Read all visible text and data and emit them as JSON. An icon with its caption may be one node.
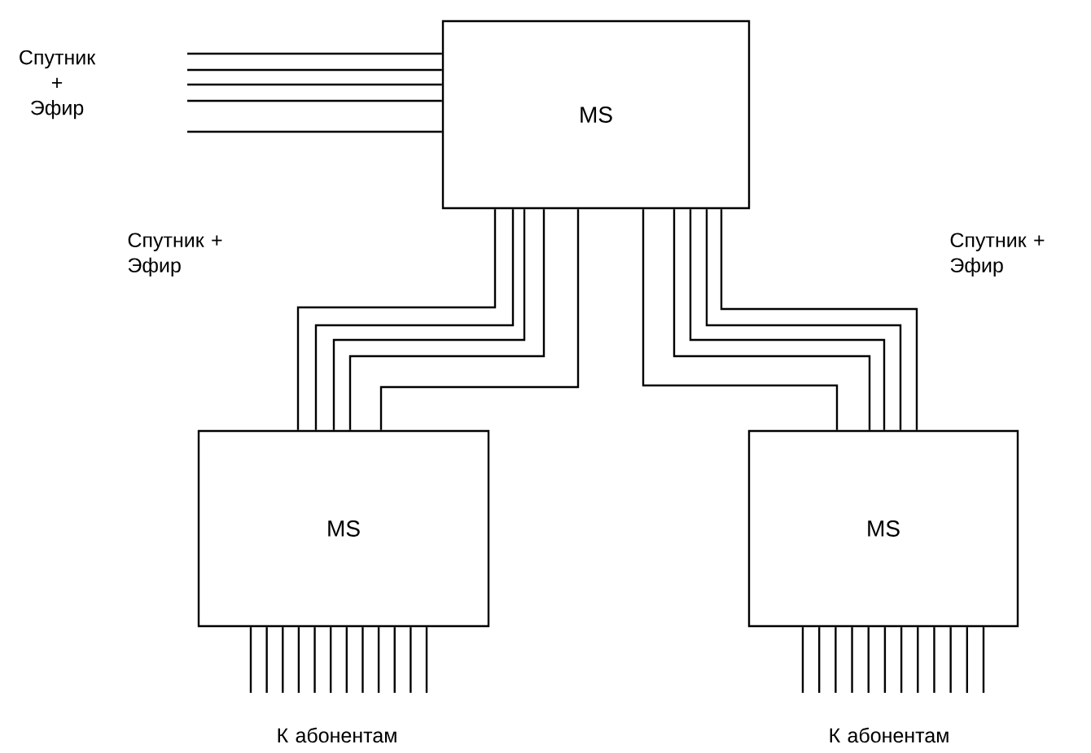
{
  "diagram": {
    "nodes": [
      {
        "text": [
          "MS"
        ]
      },
      {
        "text": [
          "MS"
        ]
      },
      {
        "text": [
          "MS"
        ]
      }
    ],
    "edges": [
      {
        "from": null,
        "to": 0,
        "arrow": "none"
      },
      {
        "from": null,
        "to": 0,
        "arrow": "none"
      },
      {
        "from": null,
        "to": 0,
        "arrow": "none"
      },
      {
        "from": null,
        "to": 0,
        "arrow": "none"
      },
      {
        "from": null,
        "to": 0,
        "arrow": "none"
      },
      {
        "from": 0,
        "to": 1,
        "arrow": "none"
      },
      {
        "from": 0,
        "to": 1,
        "arrow": "none"
      },
      {
        "from": 0,
        "to": 1,
        "arrow": "none"
      },
      {
        "from": 0,
        "to": 1,
        "arrow": "none"
      },
      {
        "from": 0,
        "to": 1,
        "arrow": "none"
      },
      {
        "from": 0,
        "to": 2,
        "arrow": "none"
      },
      {
        "from": 0,
        "to": 2,
        "arrow": "none"
      },
      {
        "from": 0,
        "to": 2,
        "arrow": "none"
      },
      {
        "from": 0,
        "to": 2,
        "arrow": "none"
      },
      {
        "from": 0,
        "to": 2,
        "arrow": "none"
      },
      {
        "from": 1,
        "to": null,
        "arrow": "none"
      },
      {
        "from": 1,
        "to": null,
        "arrow": "none"
      },
      {
        "from": 1,
        "to": null,
        "arrow": "none"
      },
      {
        "from": 1,
        "to": null,
        "arrow": "none"
      },
      {
        "from": 1,
        "to": null,
        "arrow": "none"
      },
      {
        "from": 1,
        "to": null,
        "arrow": "none"
      },
      {
        "from": 1,
        "to": null,
        "arrow": "none"
      },
      {
        "from": 1,
        "to": null,
        "arrow": "none"
      },
      {
        "from": 1,
        "to": null,
        "arrow": "none"
      },
      {
        "from": 1,
        "to": null,
        "arrow": "none"
      },
      {
        "from": 1,
        "to": null,
        "arrow": "none"
      },
      {
        "from": 1,
        "to": null,
        "arrow": "none"
      },
      {
        "from": 2,
        "to": null,
        "arrow": "none"
      },
      {
        "from": 2,
        "to": null,
        "arrow": "none"
      },
      {
        "from": 2,
        "to": null,
        "arrow": "none"
      },
      {
        "from": 2,
        "to": null,
        "arrow": "none"
      },
      {
        "from": 2,
        "to": null,
        "arrow": "none"
      },
      {
        "from": 2,
        "to": null,
        "arrow": "none"
      },
      {
        "from": 2,
        "to": null,
        "arrow": "none"
      },
      {
        "from": 2,
        "to": null,
        "arrow": "none"
      },
      {
        "from": 2,
        "to": null,
        "arrow": "none"
      },
      {
        "from": 2,
        "to": null,
        "arrow": "none"
      },
      {
        "from": 2,
        "to": null,
        "arrow": "none"
      },
      {
        "from": 2,
        "to": null,
        "arrow": "none"
      }
    ],
    "labels": [
      "Спутник + Эфир",
      "Спутник + Эфир",
      "Спутник + Эфир",
      "К абонентам",
      "К абонентам"
    ]
  }
}
